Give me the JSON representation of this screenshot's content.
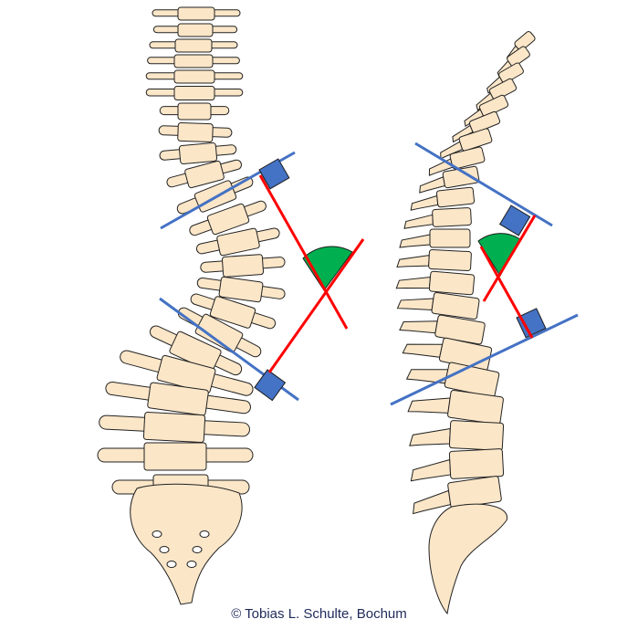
{
  "caption": "© Tobias L. Schulte,  Bochum",
  "colors": {
    "bone_fill": "#fbe6c8",
    "bone_stroke": "#222222",
    "endplate_line": "#4472c4",
    "right_angle_marker": "#4472c4",
    "perpendicular_line": "#ff0000",
    "cobb_angle": "#00b050"
  },
  "figures": [
    {
      "view": "frontal",
      "label": "frontal-spine-scoliosis"
    },
    {
      "view": "lateral",
      "label": "lateral-spine-kyphosis"
    }
  ]
}
